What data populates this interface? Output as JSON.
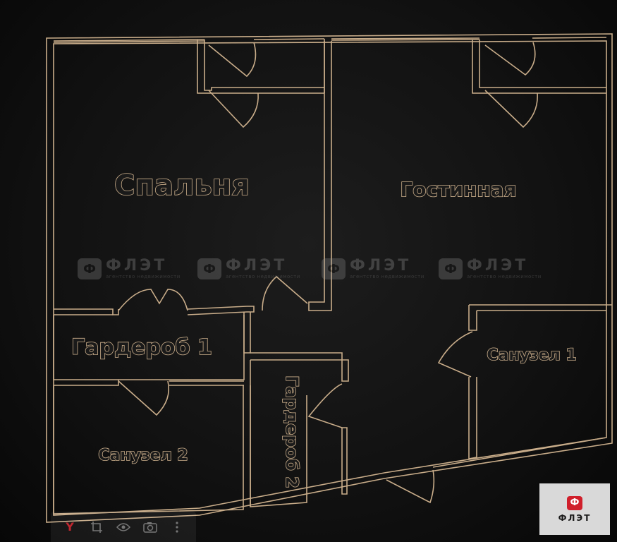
{
  "rooms": {
    "bedroom": "Спальня",
    "living": "Гостинная",
    "wardrobe1": "Гардероб 1",
    "wardrobe2": "Гардероб 2",
    "bathroom1": "Санузел 1",
    "bathroom2": "Санузел 2"
  },
  "watermark": {
    "name": "ФЛЭТ",
    "subtitle": "агентство недвижимости",
    "mark": "Ф"
  },
  "logo": {
    "mark": "Ф",
    "text": "ФЛЭТ"
  },
  "toolbar": {
    "icons": [
      "yandex-icon",
      "crop-icon",
      "eye-icon",
      "camera-icon",
      "more-icon"
    ],
    "first_glyph": "Y"
  },
  "colors": {
    "wall": "#c9ad8a",
    "background": "#121212",
    "logo_red": "#d01f2b"
  }
}
